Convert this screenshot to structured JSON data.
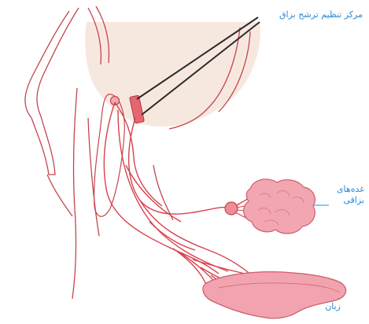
{
  "labels": {
    "salivation_center": "مرکز تنظیم ترشح بزاق",
    "salivary_glands_line1": "غده‌های",
    "salivary_glands_line2": "بزاقی",
    "tongue": "زبان"
  },
  "colors": {
    "nerve": "#d8424f",
    "outline": "#c4454e",
    "gland_fill": "#f2a6b2",
    "head_shading": "#f6e6dc",
    "pointer": "#2a2a2a",
    "label": "#2b8ad6"
  }
}
